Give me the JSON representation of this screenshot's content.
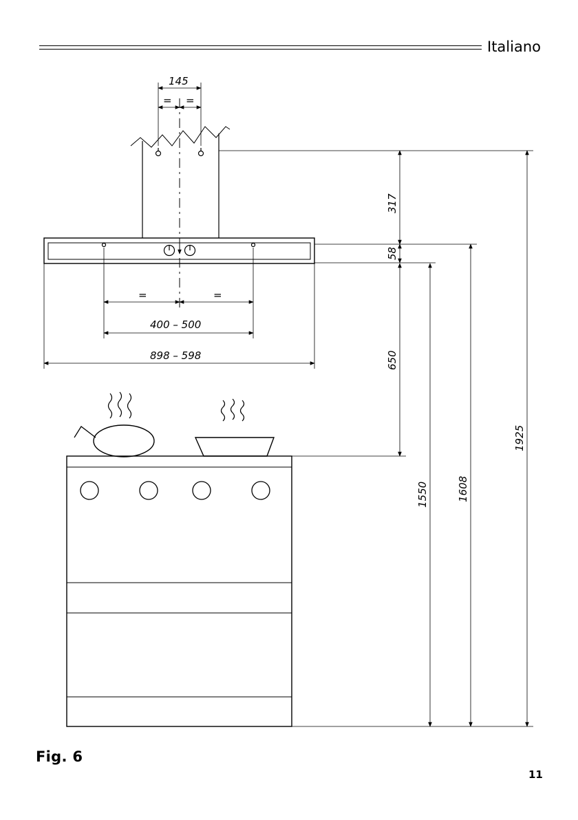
{
  "header": {
    "language": "Italiano"
  },
  "figure": {
    "caption": "Fig. 6",
    "page_number": "11"
  },
  "dimensions": {
    "chimney_width": "145",
    "equal_mark": "=",
    "chimney_height": "317",
    "hood_thickness": "58",
    "hood_to_hob": "650",
    "fixing_distance": "400 – 500",
    "hood_width": "898 – 598",
    "height_hood_bottom": "1550",
    "height_hood_top": "1608",
    "height_chimney_top": "1925"
  }
}
